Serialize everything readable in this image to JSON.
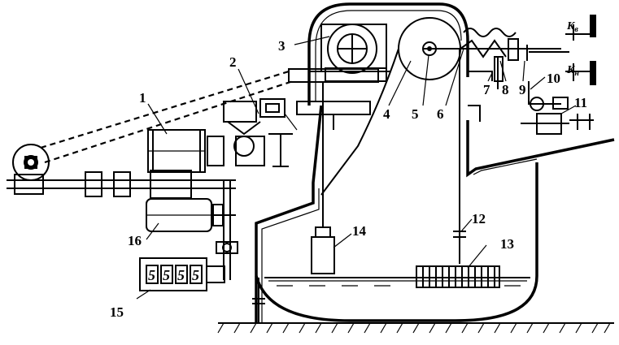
{
  "labels": {
    "l1": "1",
    "l2": "2",
    "l3": "3",
    "l4": "4",
    "l5": "5",
    "l6": "6",
    "l7": "7",
    "l8": "8",
    "l9": "9",
    "l10": "10",
    "l11": "11",
    "l12": "12",
    "l13": "13",
    "l14": "14",
    "l15": "15",
    "l16": "16"
  },
  "contacts": {
    "upper_main": "K",
    "upper_sub": "в",
    "lower_main": "K",
    "lower_sub": "н"
  },
  "counter_digits": [
    "5",
    "5",
    "5",
    "5"
  ]
}
